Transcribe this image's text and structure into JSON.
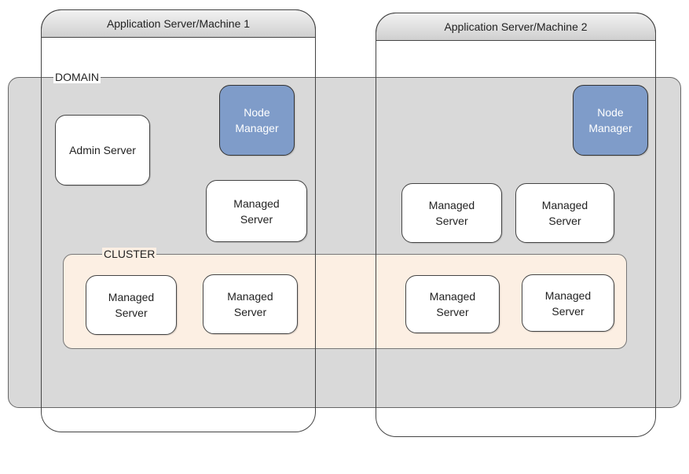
{
  "machines": [
    {
      "title": "Application Server/Machine 1"
    },
    {
      "title": "Application Server/Machine 2"
    }
  ],
  "domain": {
    "label": "DOMAIN"
  },
  "cluster": {
    "label": "CLUSTER"
  },
  "servers": {
    "admin": "Admin Server",
    "node_manager_1": "Node\nManager",
    "node_manager_2": "Node\nManager",
    "managed_m1": "Managed\nServer",
    "managed_m2_a": "Managed\nServer",
    "managed_m2_b": "Managed\nServer",
    "cluster_1": "Managed\nServer",
    "cluster_2": "Managed\nServer",
    "cluster_3": "Managed\nServer",
    "cluster_4": "Managed\nServer"
  },
  "colors": {
    "domain_fill": "#d9d9d9",
    "cluster_fill": "#fcefe3",
    "node_manager_fill": "#7f9cc9"
  }
}
